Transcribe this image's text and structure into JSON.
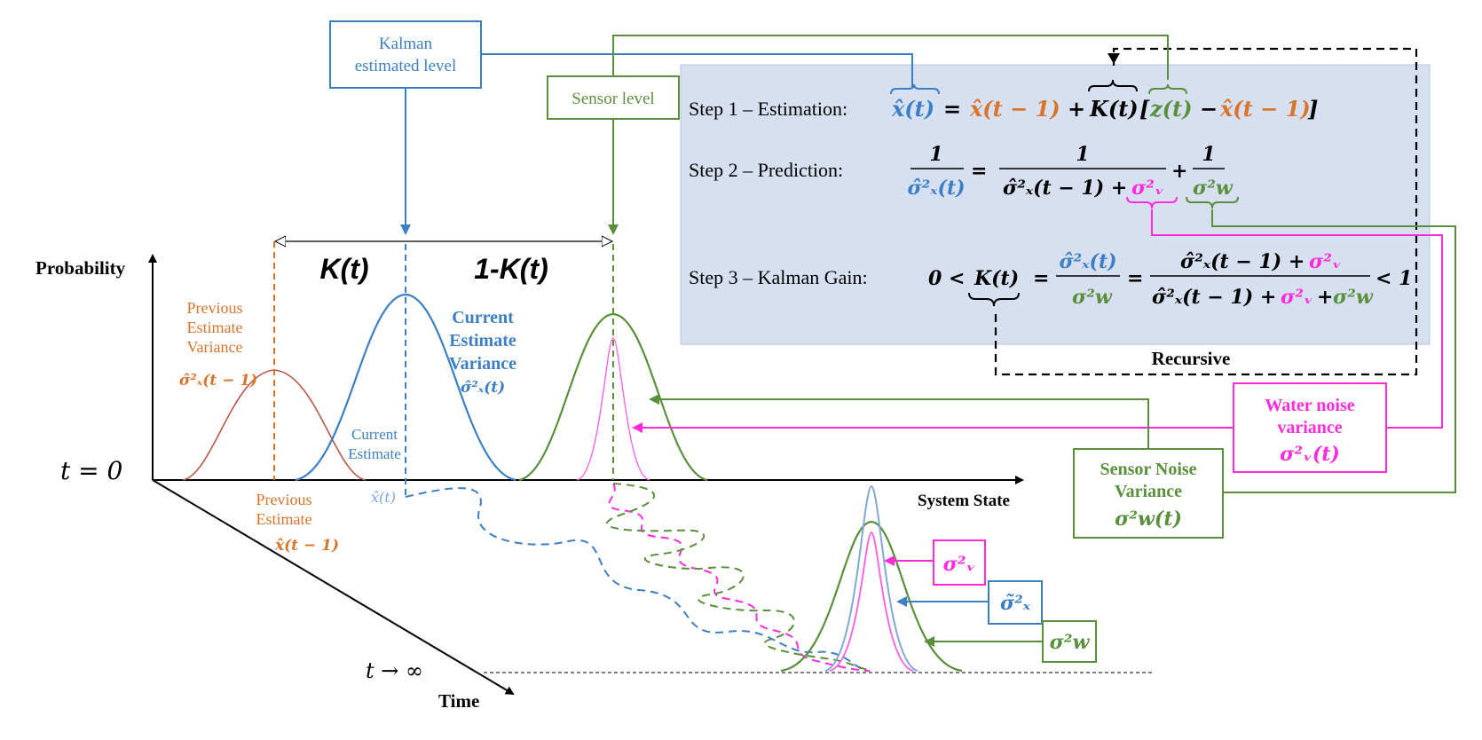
{
  "labels": {
    "kalman_box_l1": "Kalman",
    "kalman_box_l2": "estimated level",
    "sensor_box": "Sensor level",
    "probability": "Probability",
    "t0": "t = 0",
    "tinf": "t → ∞",
    "system_state": "System State",
    "time": "Time",
    "k": "K(t)",
    "one_minus_k": "1-K(t)",
    "prev_var_l1": "Previous",
    "prev_var_l2": "Estimate",
    "prev_var_l3": "Variance",
    "prev_var_sym": "σ̂²ₓ(t − 1)",
    "cur_var_l1": "Current",
    "cur_var_l2": "Estimate",
    "cur_var_l3": "Variance",
    "cur_var_sym": "σ̂²ₓ(t)",
    "cur_est_l1": "Current",
    "cur_est_l2": "Estimate",
    "xhat_t": "x̂(t)",
    "prev_est_l1": "Previous",
    "prev_est_l2": "Estimate",
    "prev_est_sym": "x̂(t − 1)",
    "recursive": "Recursive",
    "water_l1": "Water noise",
    "water_l2": "variance",
    "water_sym": "σ²ᵥ(t)",
    "sensor_noise_l1": "Sensor Noise",
    "sensor_noise_l2": "Variance",
    "sensor_noise_sym": "σ²w(t)",
    "legend_v": "σ²ᵥ",
    "legend_x": "σ̃²ₓ",
    "legend_w": "σ²w"
  },
  "steps": {
    "s1_label": "Step 1 – Estimation:",
    "s1_xt": "x̂(t)",
    "s1_eq": "=",
    "s1_xprev": "x̂(t − 1)",
    "s1_plus": "+",
    "s1_k": "K(t)",
    "s1_lb": "[",
    "s1_z": "z(t)",
    "s1_minus": "−",
    "s1_xprev2": "x̂(t − 1)",
    "s1_rb": "]",
    "s2_label": "Step 2 – Prediction:",
    "s2_one_a": "1",
    "s2_den_a": "σ̂²ₓ(t)",
    "s2_eq": "=",
    "s2_one_b": "1",
    "s2_den_b1": "σ̂²ₓ(t − 1) +",
    "s2_den_b2": "σ²ᵥ",
    "s2_plus": "+",
    "s2_one_c": "1",
    "s2_den_c": "σ²w",
    "s3_label": "Step 3 – Kalman Gain:",
    "s3_zero": "0 <",
    "s3_k": "K(t)",
    "s3_eq1": "=",
    "s3_num_a": "σ̂²ₓ(t)",
    "s3_den_a": "σ²w",
    "s3_eq2": "=",
    "s3_num_b1": "σ̂²ₓ(t − 1) +",
    "s3_num_b2": "σ²ᵥ",
    "s3_den_b1": "σ̂²ₓ(t − 1) +",
    "s3_den_b2": "σ²ᵥ",
    "s3_den_b3": "+",
    "s3_den_b4": "σ²w",
    "s3_lt1": "< 1"
  },
  "colors": {
    "blue": "#3c7fc4",
    "green": "#5a8f3c",
    "orange": "#d9742b",
    "magenta": "#ff2bdc",
    "red_curve": "#b8564a",
    "light_blue": "#7fa9d6",
    "panel": "#d6e0f0"
  }
}
